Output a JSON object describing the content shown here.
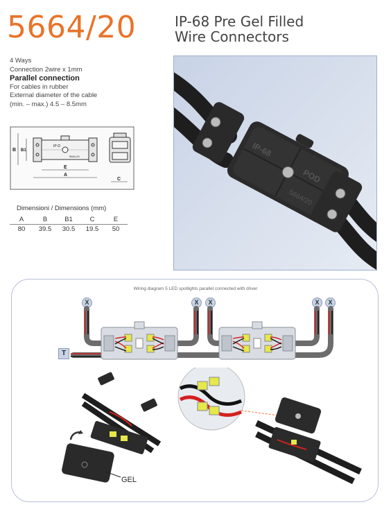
{
  "header": {
    "model": "5664/20",
    "title_line1": "IP-68 Pre Gel Filled",
    "title_line2": "Wire Connectors"
  },
  "specs": {
    "ways": "4 Ways",
    "connection": "Connection 2wire x 1mm",
    "type": "Parallel connection",
    "cables": "For cables in rubber",
    "diameter_label": "External diameter of the cable",
    "diameter_value": "(min. – max.) 4.5 – 8.5mm"
  },
  "drawing": {
    "labels": {
      "a": "A",
      "b": "B",
      "b1": "B1",
      "c": "C",
      "e": "E"
    },
    "body_text_1": "IP-D",
    "body_text_2": "5664-20"
  },
  "dimensions": {
    "title": "Dimensioni / Dimensions (mm)",
    "headers": [
      "A",
      "B",
      "B1",
      "C",
      "E"
    ],
    "values": [
      "80",
      "39.5",
      "30.5",
      "19.5",
      "50"
    ]
  },
  "photo": {
    "body_text_1": "IP-68",
    "body_text_2": "POD",
    "body_text_3": "5664/20"
  },
  "wiring": {
    "caption": "Wiring diagram 5 LED spotlights parallel connected with driver",
    "x_label": "X",
    "t_label": "T",
    "gel_label": "GEL"
  }
}
